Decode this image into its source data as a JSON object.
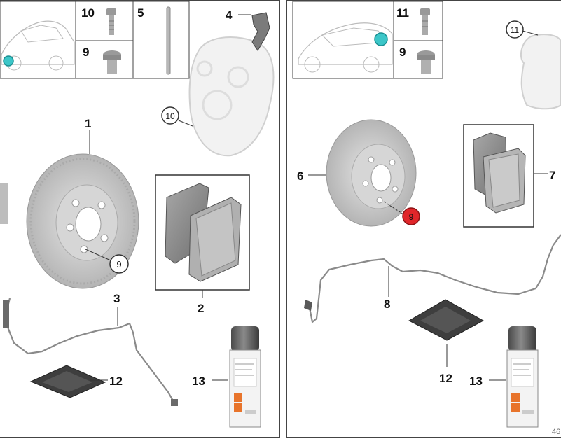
{
  "left": {
    "callouts": {
      "disc": "1",
      "pads": "2",
      "wear_sensor": "3",
      "clip": "4",
      "pin": "5",
      "bolt_small": "9",
      "caliper_ref": "10",
      "bolt_long": "10",
      "grease": "12",
      "spray": "13",
      "disc_screw": "9"
    }
  },
  "right": {
    "callouts": {
      "disc": "6",
      "pads": "7",
      "wear_sensor": "8",
      "bolt_small": "9",
      "bolt_long": "11",
      "caliper_ref": "11",
      "grease": "12",
      "spray": "13",
      "disc_screw": "9"
    },
    "corner_ref": "46"
  },
  "colors": {
    "highlight_cyan": "#3cc6c8",
    "highlight_red": "#e0262a",
    "disc_grey": "#c9c9c9",
    "pad_grey": "#8d8d8d",
    "frame": "#444444"
  }
}
